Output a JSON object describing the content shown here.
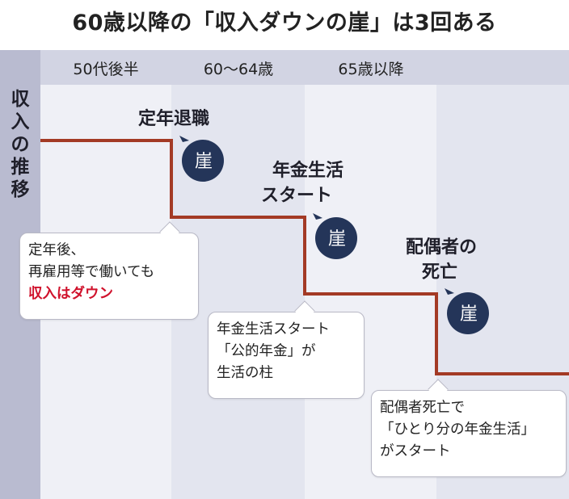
{
  "title": "60歳以降の「収入ダウンの崖」は3回ある",
  "y_axis_label": "収入の推移",
  "periods": [
    "50代後半",
    "60〜64歳",
    "65歳以降",
    ""
  ],
  "events": [
    {
      "name": "定年退職"
    },
    {
      "name_line1": "年金生活",
      "name_line2": "スタート"
    },
    {
      "name_line1": "配偶者の",
      "name_line2": "死亡"
    }
  ],
  "cliff_badge": "崖",
  "callouts": [
    {
      "line1": "定年後、",
      "line2": "再雇用等で働いても",
      "line3": "収入はダウン"
    },
    {
      "line1": "年金生活スタート",
      "line2": "「公的年金」が",
      "line3": "生活の柱"
    },
    {
      "line1": "配偶者死亡で",
      "line2": "「ひとり分の年金生活」",
      "line3": "がスタート"
    }
  ],
  "colors": {
    "income_line": "#a33a25",
    "badge": "#243559",
    "highlight_text": "#d0122c",
    "header_band": "#d2d4e3",
    "left_band": "#b9bbd0",
    "column_light": "#eff0f6",
    "column_alt": "#e3e5ef"
  }
}
